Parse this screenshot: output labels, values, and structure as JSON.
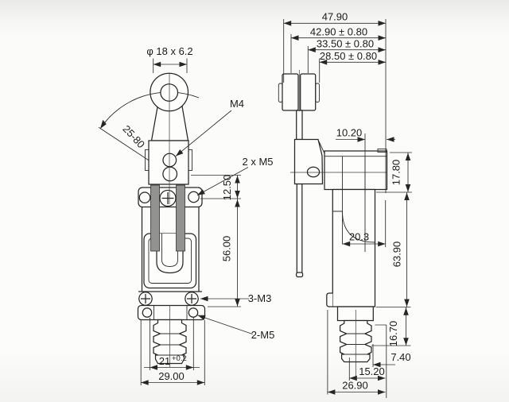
{
  "meta": {
    "drawing_type": "limit switch dimensional drawing",
    "colors": {
      "line": "#262626",
      "paper": "#fbfbfa",
      "paper_edge": "#e9e9e7",
      "hatch_base": "#b5b5b3",
      "hatch_stripe": "#767674"
    }
  },
  "front": {
    "roller_dim": "φ 18 x 6.2",
    "angle_range": "25-80",
    "callout_m4": "M4",
    "callout_2xm5": "2 x M5",
    "callout_3m3": "3-M3",
    "callout_2m5": "2-M5",
    "dim_12_50": "12.50",
    "dim_56_00": "56.00",
    "dim_21": "21",
    "dim_21_tol": "+0.2",
    "dim_29_00": "29.00"
  },
  "side": {
    "dim_47_90": "47.90",
    "dim_42_90": "42.90 ± 0.80",
    "dim_33_50": "33.50 ± 0.80",
    "dim_28_50": "28.50 ± 0.80",
    "dim_10_20": "10.20",
    "dim_17_80": "17.80",
    "dim_20_3": "20.3",
    "dim_63_90": "63.90",
    "dim_16_70": "16.70",
    "dim_7_40": "7.40",
    "dim_15_20": "15.20",
    "dim_26_90": "26.90"
  }
}
